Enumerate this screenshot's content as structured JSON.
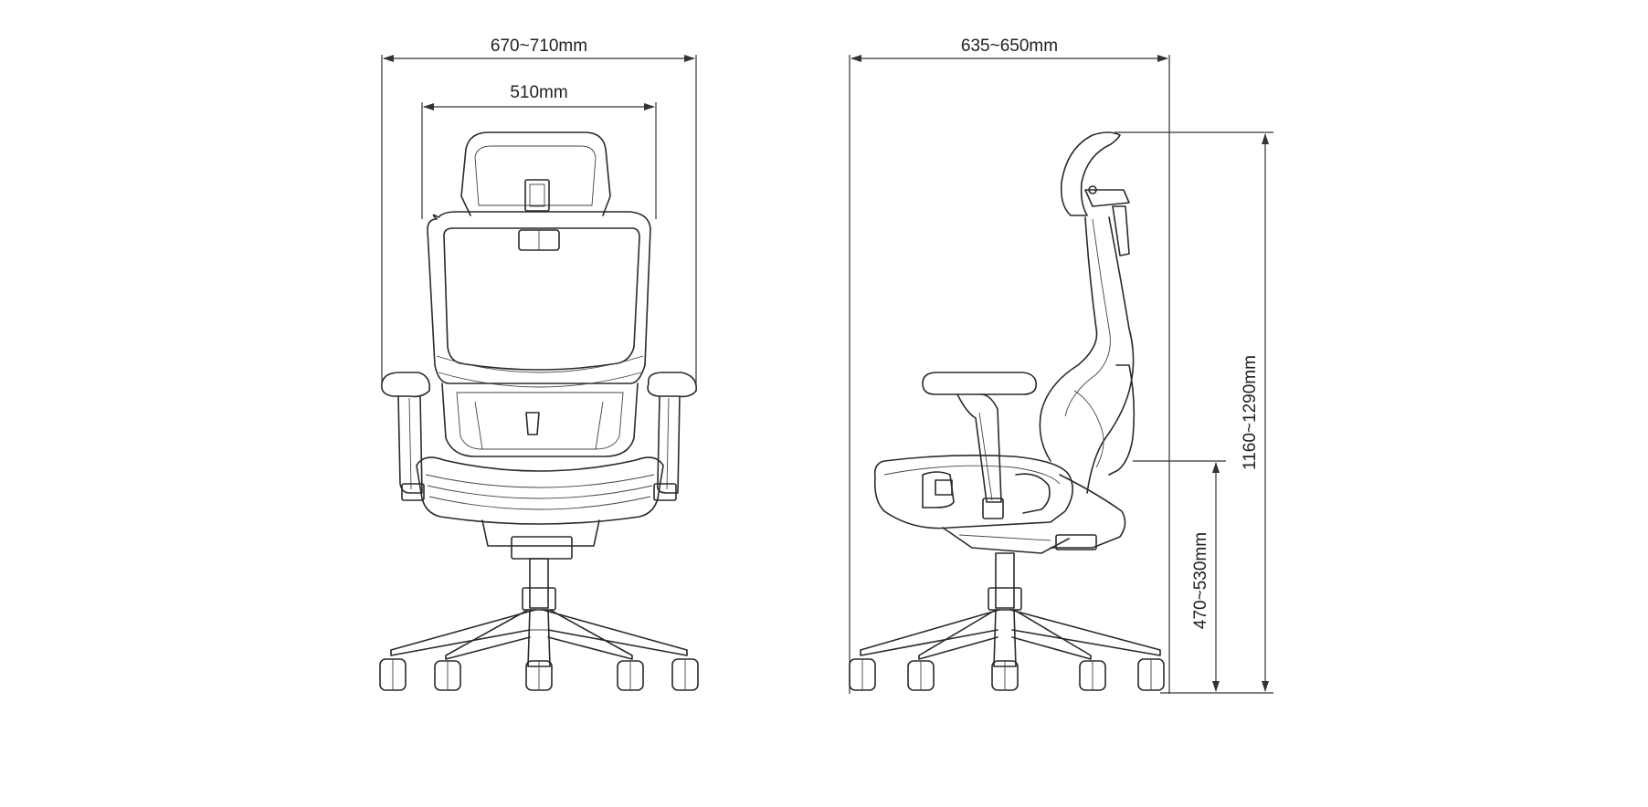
{
  "front_view": {
    "overall_width_label": "670~710mm",
    "seat_width_label": "510mm"
  },
  "side_view": {
    "overall_depth_label": "635~650mm",
    "overall_height_label": "1160~1290mm",
    "seat_height_label": "470~530mm"
  }
}
